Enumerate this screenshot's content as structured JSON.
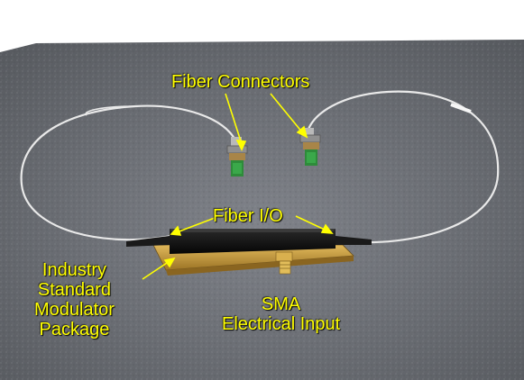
{
  "labels": {
    "fiber_connectors": "Fiber Connectors",
    "fiber_io": "Fiber I/O",
    "package_lines": [
      "Industry",
      "Standard",
      "Modulator",
      "Package"
    ],
    "sma_lines": [
      "SMA",
      "Electrical Input"
    ]
  },
  "colors": {
    "label": "#ffff00",
    "background_surface": "#6b6e72",
    "fiber": "#e8e8e8",
    "modulator_body": "#111111",
    "gold_base": "#c49a3c",
    "connector_green": "#2e8b3a"
  }
}
